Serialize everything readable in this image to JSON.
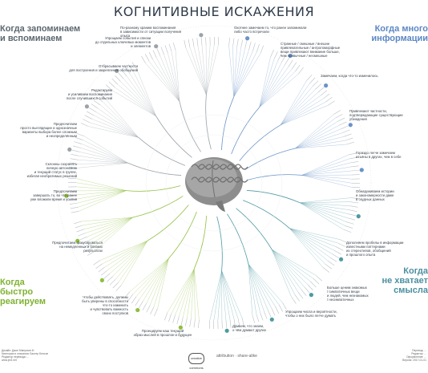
{
  "title": "КОГНИТИВНЫЕ ИСКАЖЕНИЯ",
  "colors": {
    "grey": "#9aa3a9",
    "blue": "#6b93c9",
    "green": "#8fbf3f",
    "teal": "#4f9aa3",
    "text": "#2f3b4a"
  },
  "quadrants": {
    "top_left": "Когда запоминаем\nи вспоминаем",
    "top_right": "Когда много\nинформации",
    "bottom_left": "Когда\nбыстро\nреагируем",
    "bottom_right": "Когда\nне хватает\nсмысла"
  },
  "callouts": [
    "По-разному храним воспоминания\nв зависимости от ситуации получения\nопыта",
    "Упрощаем события и списки\nдо отдельных ключевых моментов\nи элементов",
    "Отбрасываем частности\nдля построения и закрепления обобщений",
    "Редактируем\nи усиливаем воспоминания\nпосле случившихся событий",
    "Предпочитаем\nпросто выглядящие и однозначные\nварианты выбора более сложным\nи неопределённым",
    "Склонны сохранять\nличную автономию\nи текущий статус в группе,\nизбегая необратимых решений",
    "Предпочитаем\nзавершать то, во что ранее\nуже вложили время и усилия",
    "Предпочитаем фокусироваться\nна немедленных и близких\nрезультатах",
    "Чтобы действовать, должны\nбыть уверены в способности\nчто-то изменить\nи чувствовать важность\nсвоих поступков",
    "Проецируем наш текущий\nобраз мыслей в прошлое и будущее",
    "Думаем, что знаем,\nо чём думают другие",
    "Упрощаем числа и вероятности,\nчтобы о них было легче думать",
    "Больше ценим знакомых\n/ симпатичных вещи\nи людей, чем незнакомых\n/ несимпатичных",
    "Дополняем пробелы в информации\nизвестными паттернами\nиз стереотипов, обобщений\nи прошлого опыта",
    "Обнаруживаем истории\nи закономерности даже\nв скудных данных",
    "Гораздо легче замечаем\nизъяны в других, чем в себе",
    "Привлекают частности,\nподтверждающие существующие\nубеждения",
    "Замечаем, когда что-то изменилось",
    "Странные / смешные / внешне\nпривлекательные / антропоморфные\nвещи привлекают внимание больше,\nчем привычные / несмешные",
    "Охотнее замечаем то, что ранее запоминали\nлибо часто встречали"
  ],
  "footer": {
    "left": "Дизайн: Джон Манугиан III\nКатегории и описания: Бастер Бенсон\nРедактор перевода: ...\nwww.jm3.net",
    "center": "attribution · share-alike",
    "cc": "creative commons",
    "right": "Перевод: ...\nРедактор: ...\nОформление: ...\nВерсия: 2017-01-01"
  }
}
